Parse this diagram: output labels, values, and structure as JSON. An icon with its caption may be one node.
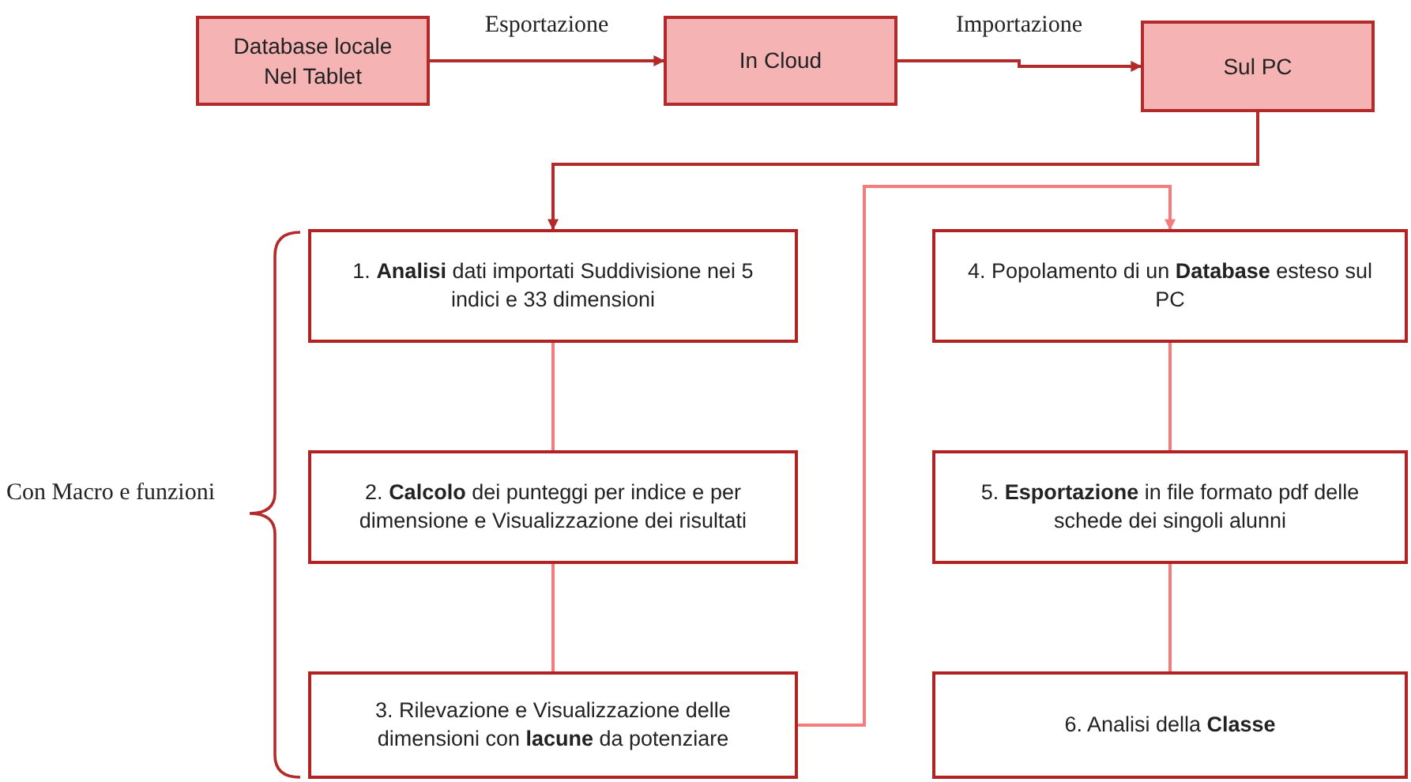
{
  "diagram": {
    "nodes": [
      {
        "text": [
          "Database locale Nel Tablet"
        ]
      },
      {
        "text": [
          "In Cloud"
        ]
      },
      {
        "text": [
          "Sul PC"
        ]
      },
      {
        "text": [
          "1. **Analisi** dati importati  Suddivisione nei 5 indici e 33 dimensioni"
        ]
      },
      {
        "text": [
          "2. **Calcolo** dei punteggi per indice e per dimensione e Visualizzazione dei risultati"
        ]
      },
      {
        "text": [
          "3. Rilevazione e Visualizzazione delle dimensioni con **lacune** da potenziare"
        ]
      },
      {
        "text": [
          "4. Popolamento di un **Database** esteso sul PC"
        ]
      },
      {
        "text": [
          "5. **Esportazione** in file formato pdf delle schede dei singoli alunni"
        ]
      },
      {
        "text": [
          "6. Analisi della **Classe**"
        ]
      }
    ],
    "edges": [
      {
        "from": 0,
        "to": 1,
        "arrow": "to",
        "label": "Esportazione",
        "color": "#b22a2a"
      },
      {
        "from": 1,
        "to": 2,
        "arrow": "to",
        "label": "Importazione",
        "color": "#b22a2a"
      },
      {
        "from": 2,
        "to": 3,
        "arrow": "to",
        "color": "#b22a2a"
      },
      {
        "from": 3,
        "to": 4,
        "arrow": "none"
      },
      {
        "from": 4,
        "to": 5,
        "arrow": "none"
      },
      {
        "from": 5,
        "to": 6,
        "arrow": "to"
      },
      {
        "from": 6,
        "to": 7,
        "arrow": "none"
      },
      {
        "from": 7,
        "to": 8,
        "arrow": "none"
      }
    ],
    "labels": [
      "Con Macro e funzioni"
    ]
  }
}
